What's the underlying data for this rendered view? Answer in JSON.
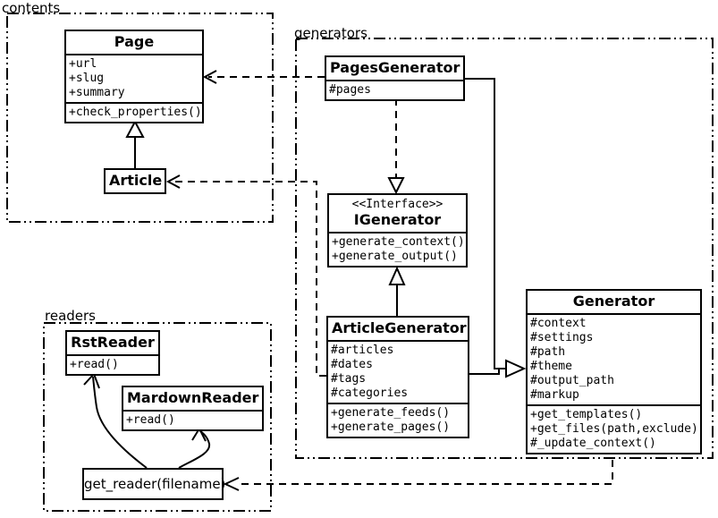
{
  "packages": {
    "contents": {
      "label": "contents"
    },
    "generators": {
      "label": "generators"
    },
    "readers": {
      "label": "readers"
    }
  },
  "classes": {
    "page": {
      "title": "Page",
      "attributes": [
        "+url",
        "+slug",
        "+summary"
      ],
      "methods": [
        "+check_properties()"
      ]
    },
    "article": {
      "title": "Article"
    },
    "pages_generator": {
      "title": "PagesGenerator",
      "attributes": [
        "#pages"
      ]
    },
    "igenerator": {
      "stereotype": "<<Interface>>",
      "title": "IGenerator",
      "methods": [
        "+generate_context()",
        "+generate_output()"
      ]
    },
    "article_generator": {
      "title": "ArticleGenerator",
      "attributes": [
        "#articles",
        "#dates",
        "#tags",
        "#categories"
      ],
      "methods": [
        "+generate_feeds()",
        "+generate_pages()"
      ]
    },
    "generator": {
      "title": "Generator",
      "attributes": [
        "#context",
        "#settings",
        "#path",
        "#theme",
        "#output_path",
        "#markup"
      ],
      "methods": [
        "+get_templates()",
        "+get_files(path,exclude)",
        "#_update_context()"
      ]
    },
    "rst_reader": {
      "title": "RstReader",
      "methods": [
        "+read()"
      ]
    },
    "mardown_reader": {
      "title": "MardownReader",
      "methods": [
        "+read()"
      ]
    }
  },
  "nodes": {
    "get_reader": {
      "label": "get_reader(filename)"
    }
  },
  "colors": {
    "line": "#000000",
    "background": "#ffffff"
  }
}
